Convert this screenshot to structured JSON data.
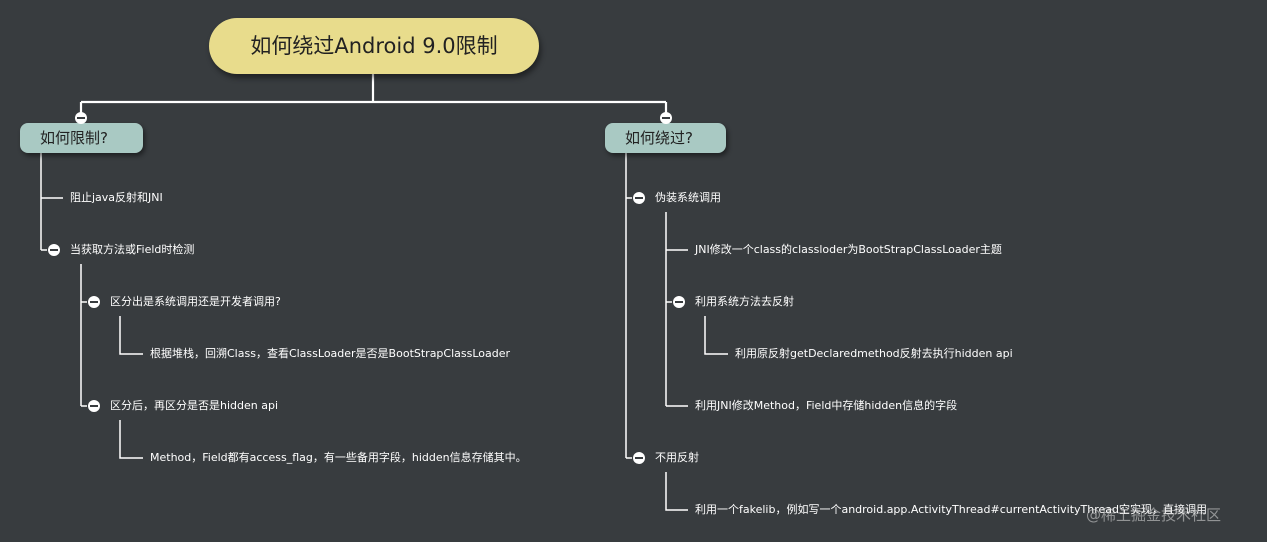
{
  "root": {
    "label": "如何绕过Android 9.0限制"
  },
  "left_branch": {
    "label": "如何限制?",
    "items": [
      {
        "label": "阻止java反射和JNI"
      },
      {
        "label": "当获取方法或Field时检测"
      },
      {
        "label": "区分出是系统调用还是开发者调用?"
      },
      {
        "label": "根据堆栈，回溯Class，查看ClassLoader是否是BootStrapClassLoader"
      },
      {
        "label": "区分后，再区分是否是hidden api"
      },
      {
        "label": "Method，Field都有access_flag，有一些备用字段，hidden信息存储其中。"
      }
    ]
  },
  "right_branch": {
    "label": "如何绕过?",
    "items": [
      {
        "label": "伪装系统调用"
      },
      {
        "label": "JNI修改一个class的classloder为BootStrapClassLoader主题"
      },
      {
        "label": "利用系统方法去反射"
      },
      {
        "label": "利用原反射getDeclaredmethod反射去执行hidden api"
      },
      {
        "label": "利用JNI修改Method，Field中存储hidden信息的字段"
      },
      {
        "label": "不用反射"
      },
      {
        "label": "利用一个fakelib，例如写一个android.app.ActivityThread#currentActivityThread空实现，直接调用"
      }
    ]
  },
  "watermark": {
    "text": "@稀土掘金技术社区"
  },
  "colors": {
    "background": "#383c3f",
    "root_fill": "#e8dc8c",
    "branch_fill": "#a9c9c3",
    "line": "#ffffff"
  }
}
